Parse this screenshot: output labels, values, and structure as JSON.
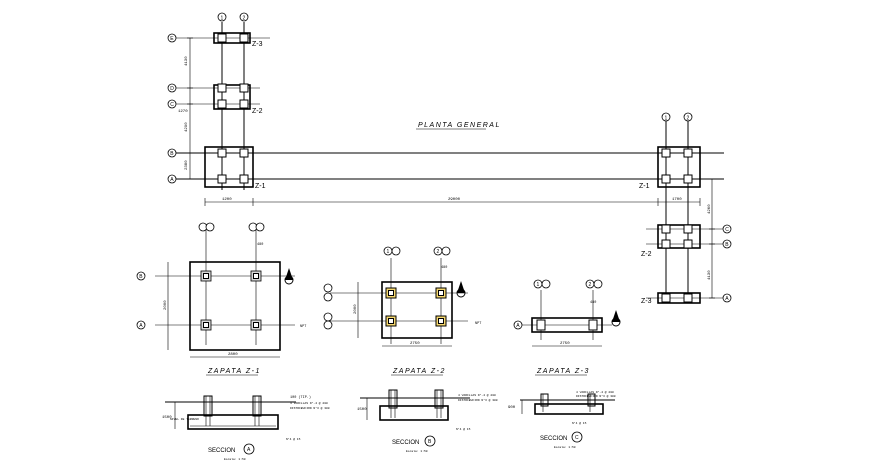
{
  "plan": {
    "title": "PLANTA GENERAL",
    "axis_numbers": [
      "1",
      "2"
    ],
    "axis_letters": [
      "A",
      "B",
      "C",
      "D",
      "E"
    ],
    "footing_z1": "Z-1",
    "footing_z2": "Z-2",
    "footing_z3": "Z-3",
    "dims": [
      "4130",
      "1270",
      "4290",
      "2380",
      "1200",
      "29000",
      "1700",
      "4260",
      "4130"
    ]
  },
  "detail_z1": {
    "title": "ZAPATA Z-1",
    "width": "2800",
    "height": "2000",
    "dim_small": "480"
  },
  "detail_z2": {
    "title": "ZAPATA Z-2",
    "width": "2750",
    "height": "2000",
    "dim_small": "480"
  },
  "detail_z3": {
    "title": "ZAPATA Z-3",
    "width": "2750",
    "dim_small": "480"
  },
  "sections": [
    {
      "label": "SECCION",
      "marker": "A",
      "scale": "Escala: 1:50",
      "depth": "1500",
      "notes": [
        "100 (TIP.)",
        "4 VARILLAS N°-4 @ 200",
        "DISTRIBUCION N°3 @ 300",
        "NIVEL DE TERRENO",
        "N°4 @ 15"
      ]
    },
    {
      "label": "SECCION",
      "marker": "B",
      "scale": "Escala: 1:50",
      "depth": "1500",
      "notes": [
        "4 VARILLAS N°-4 @ 200",
        "DISTRIBUCION N°3 @ 300",
        "N°4 @ 15"
      ]
    },
    {
      "label": "SECCION",
      "marker": "C",
      "scale": "Escala: 1:50",
      "depth": "900",
      "notes": [
        "4 VARILLAS N°-4 @ 200",
        "DISTRIBUCION N°3 @ 300",
        "N°4 @ 15"
      ]
    }
  ]
}
